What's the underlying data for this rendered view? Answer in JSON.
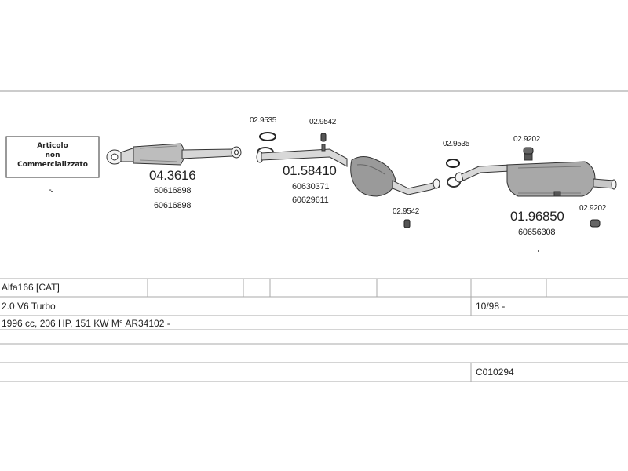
{
  "notice_lines": [
    "Articolo",
    "non",
    "Commercializzato"
  ],
  "notice_dash": "-",
  "parts": [
    {
      "code": "04.3616",
      "refs": [
        "60616898",
        "60616898"
      ]
    },
    {
      "code": "01.58410",
      "refs": [
        "60630371",
        "60629611"
      ]
    },
    {
      "code": "01.96850",
      "refs": [
        "60656308"
      ]
    }
  ],
  "gaskets": [
    "02.9535",
    "02.9542",
    "02.9542",
    "02.9535",
    "02.9202",
    "02.9202"
  ],
  "vehicle": {
    "model": "Alfa166  [CAT]",
    "engine": "2.0 V6 Turbo",
    "date": "10/98 -",
    "specs": "1996 cc, 206 HP, 151 KW M° AR34102 -",
    "catalog_code": "C010294"
  }
}
